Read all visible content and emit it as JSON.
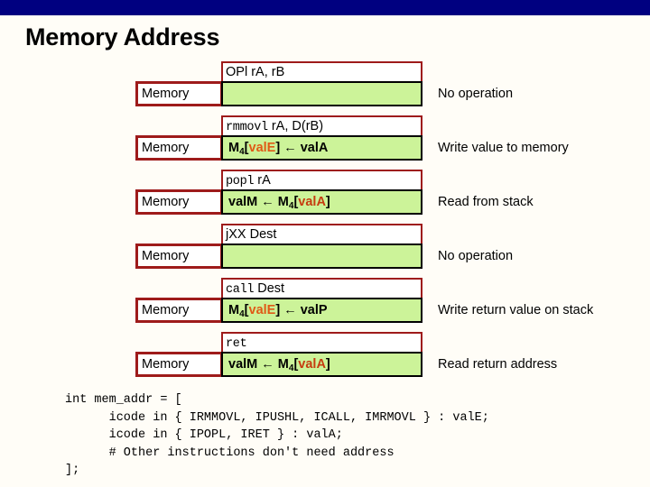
{
  "slide": {
    "title": "Memory Address",
    "top_bar_color": "#000080",
    "background_color": "#fffdf7",
    "accent_border_color": "#9e1b1b",
    "cell_fill_color": "#ccf399",
    "highlight_valE_color": "#e05a16",
    "highlight_valA_color": "#c63c10"
  },
  "table": {
    "stage_label": "Memory",
    "rows": [
      {
        "instruction_mono": "",
        "instruction_sans": "OPl rA, rB",
        "stage": "Memory",
        "calc_plain": "",
        "calc_parts": [],
        "description": "No operation"
      },
      {
        "instruction_mono": "rmmovl",
        "instruction_sans": " rA, D(rB)",
        "stage": "Memory",
        "calc_plain": "M4[valE] ← valA",
        "calc_parts": [
          {
            "text": "M",
            "style": "plain"
          },
          {
            "text": "4",
            "style": "sub"
          },
          {
            "text": "[",
            "style": "plain"
          },
          {
            "text": "valE",
            "style": "hl-e"
          },
          {
            "text": "] ",
            "style": "plain"
          },
          {
            "text": "←",
            "style": "arrow"
          },
          {
            "text": " valA",
            "style": "plain"
          }
        ],
        "description": "Write value to memory"
      },
      {
        "instruction_mono": "popl",
        "instruction_sans": " rA",
        "stage": "Memory",
        "calc_plain": "valM ← M4[valA]",
        "calc_parts": [
          {
            "text": "valM ",
            "style": "plain"
          },
          {
            "text": "←",
            "style": "arrow"
          },
          {
            "text": " M",
            "style": "plain"
          },
          {
            "text": "4",
            "style": "sub"
          },
          {
            "text": "[",
            "style": "plain"
          },
          {
            "text": "valA",
            "style": "hl-a"
          },
          {
            "text": "]",
            "style": "plain"
          }
        ],
        "description": "Read from stack"
      },
      {
        "instruction_mono": "",
        "instruction_sans": "jXX Dest",
        "stage": "Memory",
        "calc_plain": "",
        "calc_parts": [],
        "description": "No operation"
      },
      {
        "instruction_mono": "call",
        "instruction_sans": " Dest",
        "stage": "Memory",
        "calc_plain": "M4[valE] ← valP",
        "calc_parts": [
          {
            "text": "M",
            "style": "plain"
          },
          {
            "text": "4",
            "style": "sub"
          },
          {
            "text": "[",
            "style": "plain"
          },
          {
            "text": "valE",
            "style": "hl-e"
          },
          {
            "text": "] ",
            "style": "plain"
          },
          {
            "text": "←",
            "style": "arrow"
          },
          {
            "text": " valP",
            "style": "plain"
          }
        ],
        "description": "Write return value on stack"
      },
      {
        "instruction_mono": "ret",
        "instruction_sans": "",
        "stage": "Memory",
        "calc_plain": "valM ← M4[valA]",
        "calc_parts": [
          {
            "text": "valM ",
            "style": "plain"
          },
          {
            "text": "←",
            "style": "arrow"
          },
          {
            "text": " M",
            "style": "plain"
          },
          {
            "text": "4",
            "style": "sub"
          },
          {
            "text": "[",
            "style": "plain"
          },
          {
            "text": "valA",
            "style": "hl-a"
          },
          {
            "text": "]",
            "style": "plain"
          }
        ],
        "description": "Read return address"
      }
    ]
  },
  "code": {
    "lines": [
      "int mem_addr = [",
      "      icode in { IRMMOVL, IPUSHL, ICALL, IMRMOVL } : valE;",
      "      icode in { IPOPL, IRET } : valA;",
      "      # Other instructions don't need address",
      "];"
    ],
    "text": "int mem_addr = [\n      icode in { IRMMOVL, IPUSHL, ICALL, IMRMOVL } : valE;\n      icode in { IPOPL, IRET } : valA;\n      # Other instructions don't need address\n];"
  }
}
